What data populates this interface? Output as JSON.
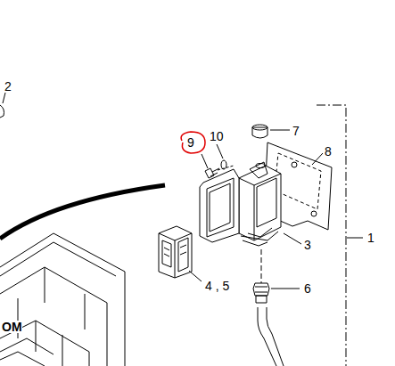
{
  "diagram": {
    "labels": [
      "2",
      "9",
      "10",
      "7",
      "8",
      "1",
      "3",
      "4 , 5",
      "6",
      "OM"
    ]
  }
}
